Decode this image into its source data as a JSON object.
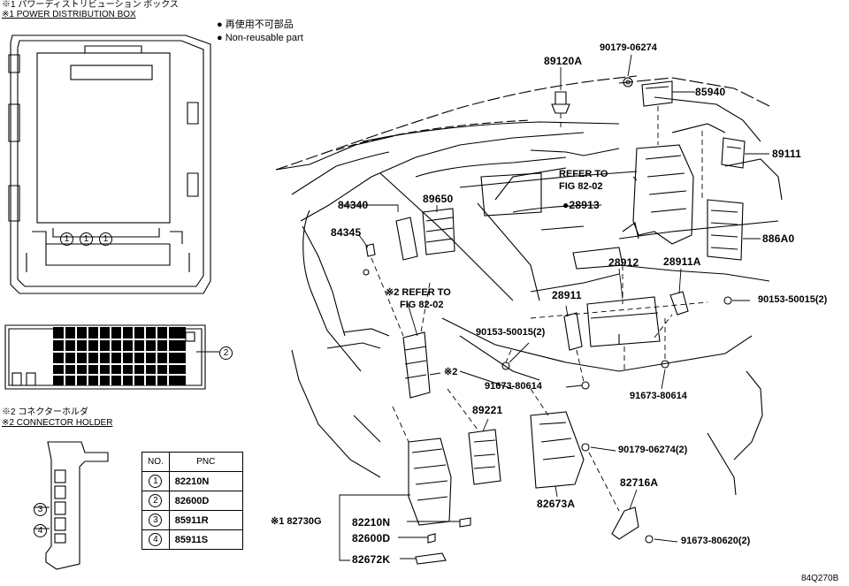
{
  "header": {
    "note1_jp": "※1 パワーディストリビューション ボックス",
    "note1_en": "※1 POWER DISTRIBUTION BOX",
    "note2_jp": "※2 コネクターホルダ",
    "note2_en": "※2 CONNECTOR HOLDER"
  },
  "legend": {
    "jp": "● 再使用不可部品",
    "en": "● Non-reusable part"
  },
  "callouts": {
    "c89120A": "89120A",
    "c90179_06274": "90179-06274",
    "c85940": "85940",
    "c89111": "89111",
    "c89650": "89650",
    "c84340": "84340",
    "c84345": "84345",
    "refer1a": "REFER TO",
    "refer1b": "FIG 82-02",
    "c28913": "●28913",
    "c886A0": "886A0",
    "refer2a": "※2 REFER TO",
    "refer2b": "FIG 82-02",
    "c28912": "28912",
    "c28911A": "28911A",
    "c90153_50015_2a": "90153-50015(2)",
    "c28911": "28911",
    "c90153_50015_2b": "90153-50015(2)",
    "mark2": "※2",
    "c91673_80614a": "91673-80614",
    "c91673_80614b": "91673-80614",
    "c89221": "89221",
    "c90179_06274_2": "90179-06274(2)",
    "c82716A": "82716A",
    "c82730G": "※1 82730G",
    "c82210N": "82210N",
    "c82600D": "82600D",
    "c82672K": "82672K",
    "c82673A": "82673A",
    "c91673_80620_2": "91673-80620(2)",
    "figure_code": "84Q270B"
  },
  "box_labels": {
    "circ1a": "1",
    "circ1b": "1",
    "circ1c": "1",
    "circ2": "2",
    "circ3": "3",
    "circ4": "4"
  },
  "table": {
    "headers": [
      "NO.",
      "PNC"
    ],
    "rows": [
      {
        "no": "1",
        "pnc": "82210N"
      },
      {
        "no": "2",
        "pnc": "82600D"
      },
      {
        "no": "3",
        "pnc": "85911R"
      },
      {
        "no": "4",
        "pnc": "85911S"
      }
    ]
  }
}
